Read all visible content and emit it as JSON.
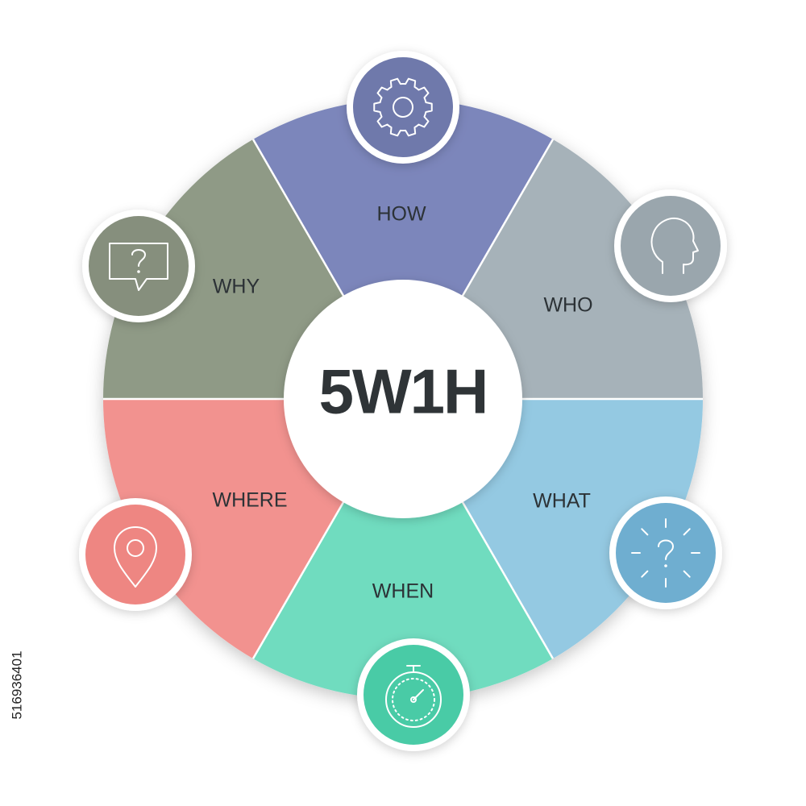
{
  "title": "5W1H",
  "segments": [
    {
      "key": "how",
      "label": "HOW",
      "icon": "gear-icon",
      "color": "#7b86bb",
      "icon_color": "#6f79ab"
    },
    {
      "key": "who",
      "label": "WHO",
      "icon": "head-profile-icon",
      "color": "#a6b2b9",
      "icon_color": "#9aa6ad"
    },
    {
      "key": "what",
      "label": "WHAT",
      "icon": "question-burst-icon",
      "color": "#94c9e2",
      "icon_color": "#6faed0"
    },
    {
      "key": "when",
      "label": "WHEN",
      "icon": "stopwatch-icon",
      "color": "#6fdcbf",
      "icon_color": "#49cba6"
    },
    {
      "key": "where",
      "label": "WHERE",
      "icon": "location-pin-icon",
      "color": "#f2928f",
      "icon_color": "#ee8682"
    },
    {
      "key": "why",
      "label": "WHY",
      "icon": "question-bubble-icon",
      "color": "#8f9a86",
      "icon_color": "#868f7d"
    }
  ],
  "stock_id": "516936401"
}
